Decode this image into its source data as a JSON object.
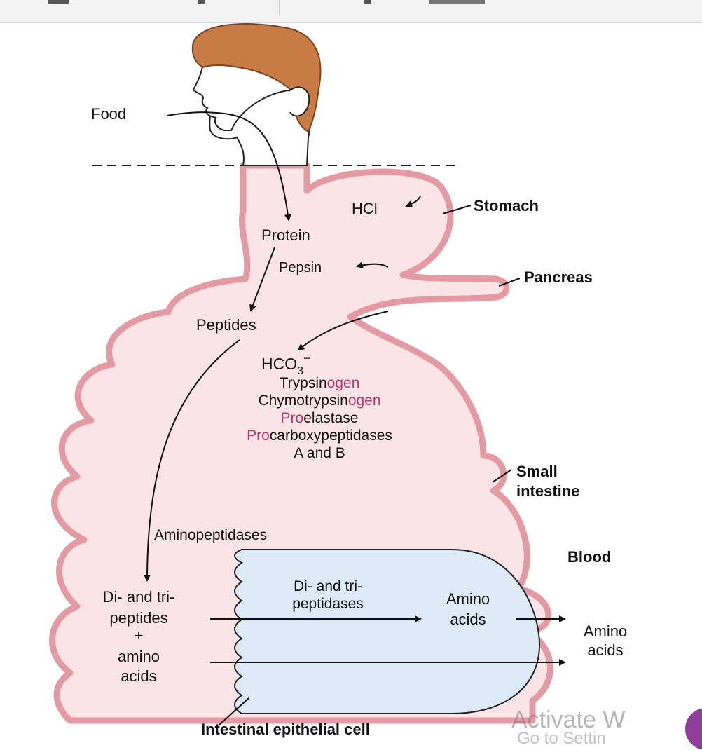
{
  "labels": {
    "food": "Food",
    "hcl": "HCl",
    "stomach": "Stomach",
    "protein": "Protein",
    "pepsin": "Pepsin",
    "pancreas": "Pancreas",
    "peptides": "Peptides",
    "hco3_base": "HCO",
    "hco3_sub": "3",
    "hco3_sup": "−",
    "trypsinogen": [
      "Trypsin",
      "ogen"
    ],
    "chymotrypsinogen": [
      "Chymotrypsin",
      "ogen"
    ],
    "proelastase": [
      "Pro",
      "elastase"
    ],
    "procarboxy": [
      "Pro",
      "carboxypeptidases"
    ],
    "a_and_b": "A and B",
    "small_intestine_1": "Small",
    "small_intestine_2": "intestine",
    "aminopeptidases": "Aminopeptidases",
    "blood": "Blood",
    "di_tri_1": "Di- and tri-",
    "di_tri_2": "peptides",
    "plus": "+",
    "amino_1": "amino",
    "amino_2": "acids",
    "cell_di_tri_1": "Di- and tri-",
    "cell_di_tri_2": "peptidases",
    "cell_amino_1": "Amino",
    "cell_amino_2": "acids",
    "blood_amino_1": "Amino",
    "blood_amino_2": "acids",
    "epithelial_cell": "Intestinal epithelial cell"
  },
  "watermark": {
    "line1": "Activate W",
    "line2": "Go to Settin"
  },
  "colors": {
    "gut_fill": "#fbe4e6",
    "gut_stroke": "#e49aa2",
    "cell_fill": "#dceaf7",
    "zymogen_highlight": "#c0306a",
    "hair": "#c97b45",
    "skin": "#ffffff"
  }
}
